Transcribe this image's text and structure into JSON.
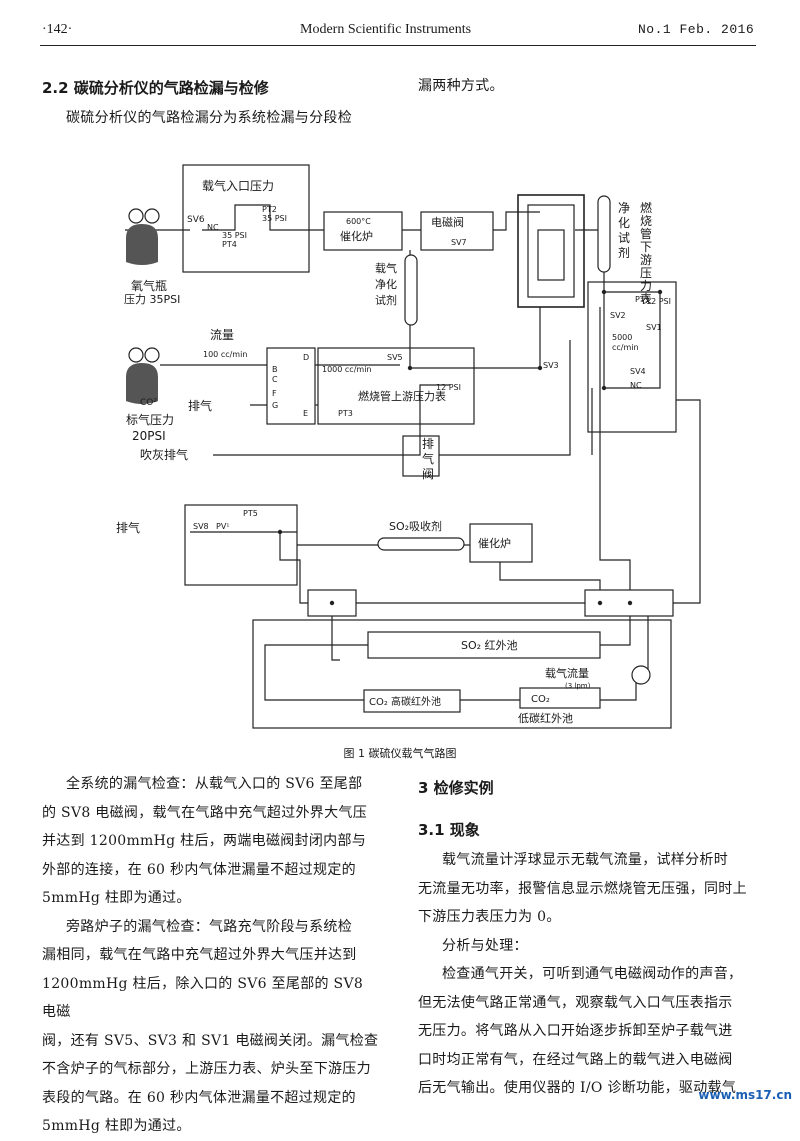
{
  "header": {
    "page": "·142·",
    "journal": "Modern Scientific Instruments",
    "issue": "No.1  Feb. 2016"
  },
  "left_top": {
    "section": "2.2  碳硫分析仪的气路检漏与检修",
    "line1": "碳硫分析仪的气路检漏分为系统检漏与分段检"
  },
  "right_top": {
    "line1": "漏两种方式。"
  },
  "figure": {
    "caption": "图 1  碳硫仪载气气路图",
    "labels": {
      "carrier_inlet": "载气入口压力",
      "oxygen1": "氧气瓶",
      "oxygen2": "压力 35PSI",
      "sv6": "SV6",
      "nc1": "NC",
      "pt2": "PT2",
      "psi35a": "35 PSI",
      "psi35b": "35 PSI",
      "pt4": "PT4",
      "furnace_temp": "600°C",
      "furnace": "催化炉",
      "solenoid": "电磁阀",
      "sv7": "SV7",
      "purifier_v1": "载气",
      "purifier_v2": "净化",
      "purifier_v3": "试剂",
      "purifier_r": "净化试剂",
      "tube_up": "燃烧管下游压力表",
      "pt1": "PT1",
      "psi12a": "12 PSI",
      "sv2": "SV2",
      "sv1": "SV1",
      "flow5000": "5000",
      "ccmin_a": "cc/min",
      "sv3": "SV3",
      "sv4": "SV4",
      "nc2": "NC",
      "flow_title": "流量",
      "flow100": "100 cc/min",
      "flow1000": "1000 cc/min",
      "sv5": "SV5",
      "psi12b": "12 PSI",
      "upstream": "燃烧管上游压力表",
      "pt3": "PT3",
      "co_label": "CO²",
      "std1": "标气压力",
      "std2": "20PSI",
      "exhaust1": "排气",
      "blow": "吹灰排气",
      "exhaust_valve": "排气阀",
      "exhaust2": "排气",
      "sv8b": "SV8",
      "pv1": "PV¹",
      "pt5": "PT5",
      "so2_abs": "SO₂吸收剂",
      "furnace2": "催化炉",
      "so2_cell": "SO₂ 红外池",
      "carrier_flow": "载气流量",
      "lpm": "(3 lpm)",
      "co2_high": "CO₂ 高碳红外池",
      "co2_low_a": "CO₂",
      "co2_low_b": "低碳红外池",
      "ports": [
        "D",
        "B",
        "C",
        "F",
        "G",
        "E"
      ]
    }
  },
  "left_bottom": [
    "全系统的漏气检查：从载气入口的 SV6 至尾部",
    "的 SV8 电磁阀，载气在气路中充气超过外界大气压",
    "并达到 1200mmHg 柱后，两端电磁阀封闭内部与",
    "外部的连接，在 60 秒内气体泄漏量不超过规定的",
    "5mmHg 柱即为通过。",
    "旁路炉子的漏气检查：气路充气阶段与系统检",
    "漏相同，载气在气路中充气超过外界大气压并达到",
    "1200mmHg 柱后，除入口的 SV6 至尾部的 SV8 电磁",
    "阀，还有 SV5、SV3 和 SV1 电磁阀关闭。漏气检查",
    "不含炉子的气标部分，上游压力表、炉头至下游压力",
    "表段的气路。在 60 秒内气体泄漏量不超过规定的",
    "5mmHg 柱即为通过。"
  ],
  "right_bottom": {
    "section3": "3  检修实例",
    "section31": "3.1  现象",
    "para": [
      "载气流量计浮球显示无载气流量，试样分析时",
      "无流量无功率，报警信息显示燃烧管无压强，同时上",
      "下游压力表压力为 0。",
      "分析与处理：",
      "检查通气开关，可听到通气电磁阀动作的声音，",
      "但无法使气路正常通气，观察载气入口气压表指示",
      "无压力。将气路从入口开始逐步拆卸至炉子载气进",
      "口时均正常有气，在经过气路上的载气进入电磁阀",
      "后无气输出。使用仪器的 I/O 诊断功能，驱动载气"
    ]
  },
  "watermark": "www.ms17.cn"
}
